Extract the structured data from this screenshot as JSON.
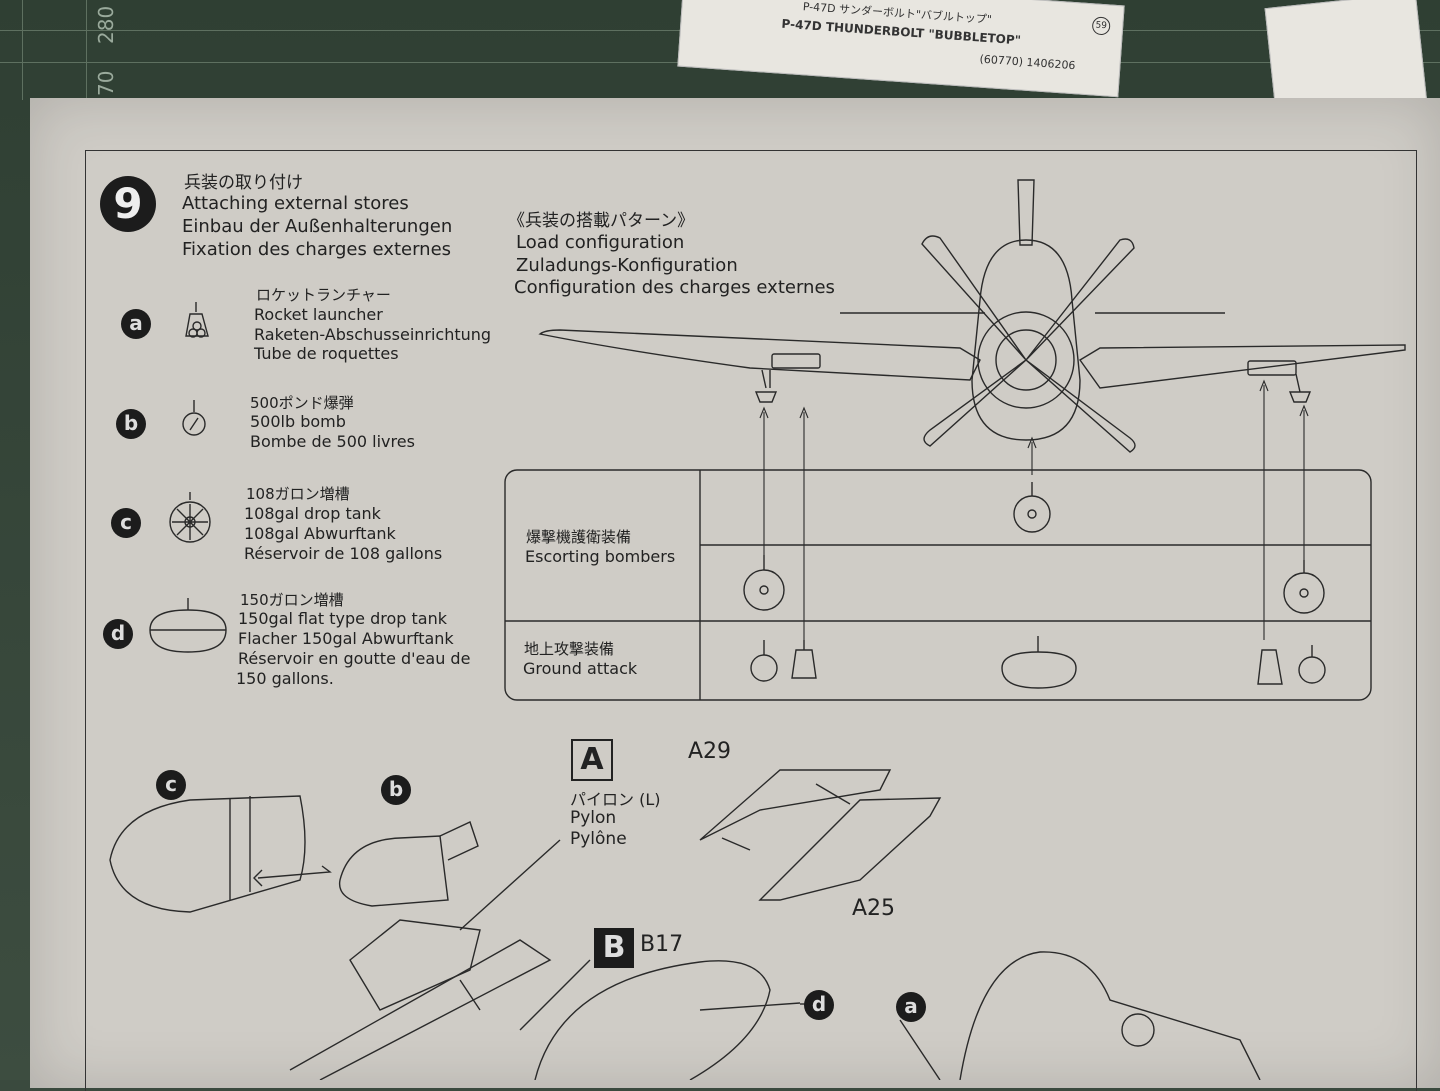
{
  "mat": {
    "ruler_numbers": [
      "280",
      "70"
    ]
  },
  "decals": {
    "line1": "P-47D サンダーボルト\"バブルトップ\"",
    "line2": "P-47D THUNDERBOLT \"BUBBLETOP\"",
    "code": "(60770) 1406206",
    "badge": "59"
  },
  "step": {
    "number": "9",
    "title_jp": "兵装の取り付け",
    "title_en": "Attaching external stores",
    "title_de": "Einbau der Außenhalterungen",
    "title_fr": "Fixation des charges externes"
  },
  "stores": [
    {
      "badge": "a",
      "jp": "ロケットランチャー",
      "en": "Rocket launcher",
      "de": "Raketen-Abschusseinrichtung",
      "fr": "Tube de roquettes"
    },
    {
      "badge": "b",
      "jp": "500ポンド爆弾",
      "en": "500lb bomb",
      "fr": "Bombe de 500 livres"
    },
    {
      "badge": "c",
      "jp": "108ガロン増槽",
      "en": "108gal drop tank",
      "de": "108gal Abwurftank",
      "fr": "Réservoir de 108 gallons"
    },
    {
      "badge": "d",
      "jp": "150ガロン増槽",
      "en": "150gal flat type drop tank",
      "de": "Flacher 150gal Abwurftank",
      "fr": "Réservoir en goutte d'eau de",
      "fr2": "150 gallons."
    }
  ],
  "load_config": {
    "jp": "《兵装の搭載パターン》",
    "en": "Load configuration",
    "de": "Zuladungs-Konfiguration",
    "fr": "Configuration des charges externes"
  },
  "table": {
    "rows": [
      {
        "jp": "爆撃機護衛装備",
        "en": "Escorting bombers"
      },
      {
        "jp": "地上攻撃装備",
        "en": "Ground attack"
      }
    ]
  },
  "assembly": {
    "badge_c": "c",
    "badge_b": "b",
    "badge_d": "d",
    "badge_a": "a",
    "label_A": "A",
    "pylon_jp": "パイロン (L)",
    "pylon_en": "Pylon",
    "pylon_fr": "Pylône",
    "part_A29": "A29",
    "part_A25": "A25",
    "label_B": "B",
    "part_B17": "B17"
  }
}
